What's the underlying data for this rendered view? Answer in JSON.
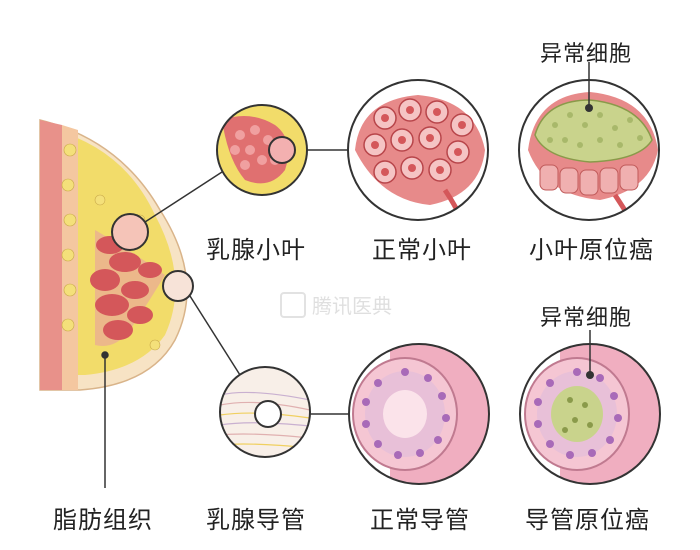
{
  "labels": {
    "fat_tissue": "脂肪组织",
    "mammary_lobule": "乳腺小叶",
    "normal_lobule": "正常小叶",
    "lobular_carcinoma_in_situ": "小叶原位癌",
    "mammary_duct": "乳腺导管",
    "normal_duct": "正常导管",
    "ductal_carcinoma_in_situ": "导管原位癌",
    "abnormal_cells_top": "异常细胞",
    "abnormal_cells_bottom": "异常细胞"
  },
  "watermark": "腾讯医典",
  "colors": {
    "line": "#333333",
    "fat_yellow": "#f2dc6a",
    "tissue_pink": "#e79a9a",
    "lobule_red": "#d4575a",
    "duct_pink": "#ee9fb5",
    "abnormal_green": "#c9d38c",
    "cell_purple": "#a86ab8"
  }
}
